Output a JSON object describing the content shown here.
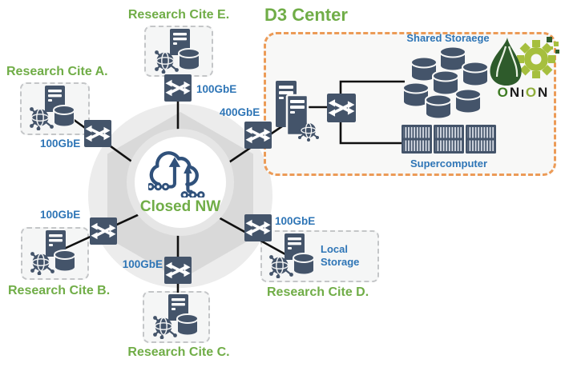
{
  "d3_center": {
    "title": "D3 Center",
    "link_speed": "400GbE",
    "shared_storage_label": "Shared Storaege",
    "supercomputer_label": "Supercomputer",
    "logo_letters": {
      "o1": "O",
      "n1": "N",
      "i": "I",
      "o2": "O",
      "n2": "N"
    }
  },
  "closed_network": {
    "label": "Closed NW"
  },
  "sites": {
    "a": {
      "label": "Research Cite A.",
      "speed": "100GbE"
    },
    "b": {
      "label": "Research Cite B.",
      "speed": "100GbE"
    },
    "c": {
      "label": "Research Cite C.",
      "speed": "100GbE"
    },
    "d": {
      "label": "Research Cite D.",
      "speed": "100GbE",
      "local_storage_label": "Local Storage"
    },
    "e": {
      "label": "Research Cite E.",
      "speed": "100GbE"
    }
  },
  "colors": {
    "site_green": "#70AD47",
    "link_blue": "#2E75B6",
    "icon_navy": "#44546A",
    "d3_border_orange": "#EC9B57",
    "hexagon_gray": "#D9D9D9",
    "onion_dark_green": "#2E5B2B",
    "onion_light_green": "#A6BF3E"
  }
}
